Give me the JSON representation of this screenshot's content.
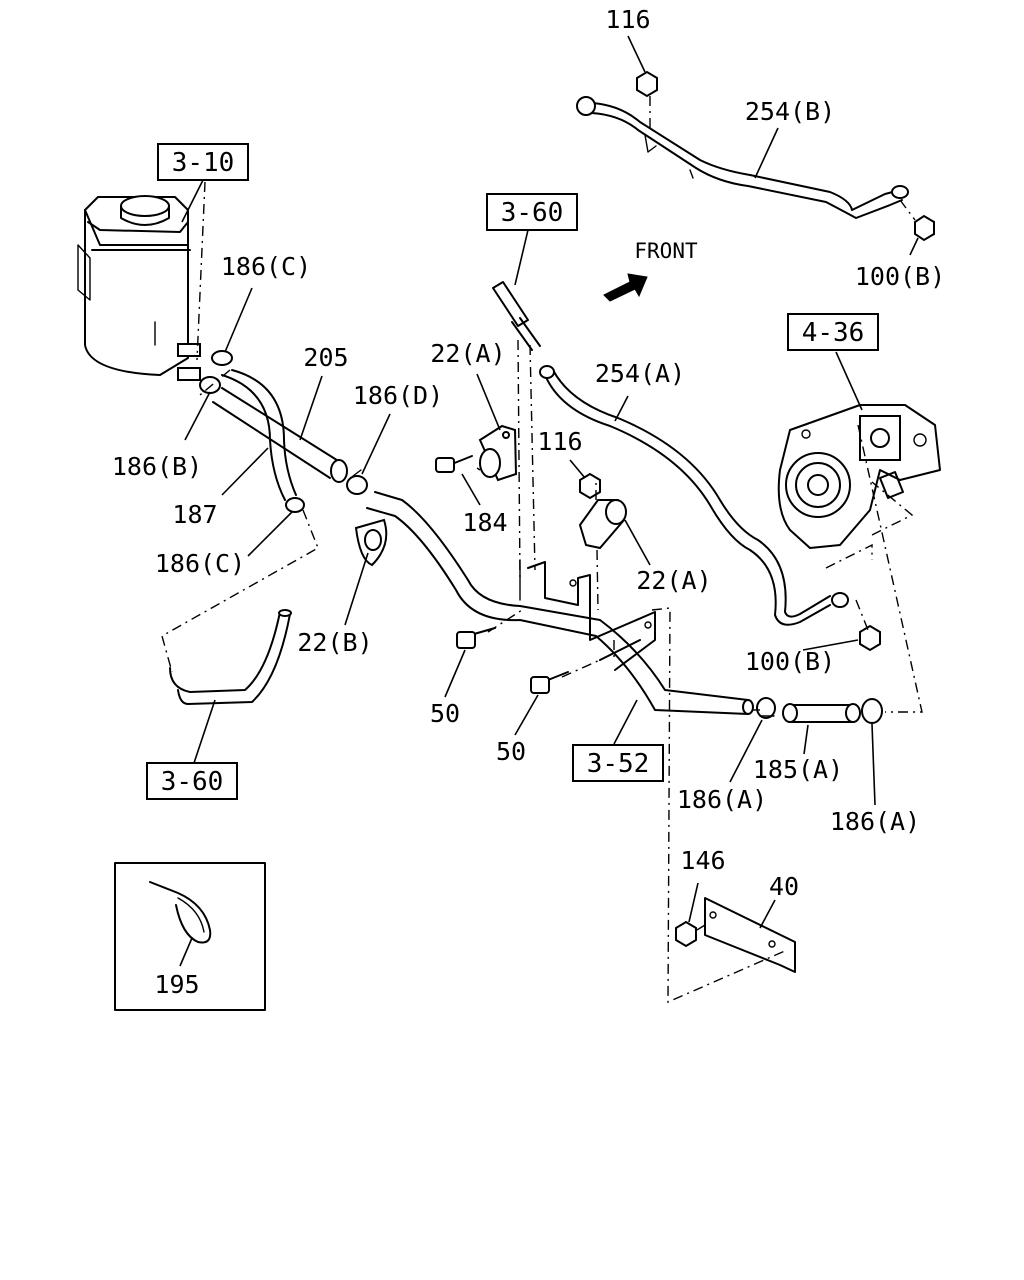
{
  "front_label": "FRONT",
  "references": [
    "3-10",
    "3-60",
    "4-36",
    "3-60",
    "3-52"
  ],
  "callouts": {
    "p116_top": "116",
    "p254b": "254(B)",
    "p100b_top": "100(B)",
    "p186c_top": "186(C)",
    "p205": "205",
    "p22a_left": "22(A)",
    "p186d": "186(D)",
    "p254a": "254(A)",
    "p116_mid": "116",
    "p186b": "186(B)",
    "p187": "187",
    "p184": "184",
    "p186c_bottom": "186(C)",
    "p22a_right": "22(A)",
    "p22b": "22(B)",
    "p100b_mid": "100(B)",
    "p50_left": "50",
    "p50_right": "50",
    "p185a": "185(A)",
    "p186a_left": "186(A)",
    "p186a_right": "186(A)",
    "p146": "146",
    "p40": "40",
    "p195": "195"
  }
}
